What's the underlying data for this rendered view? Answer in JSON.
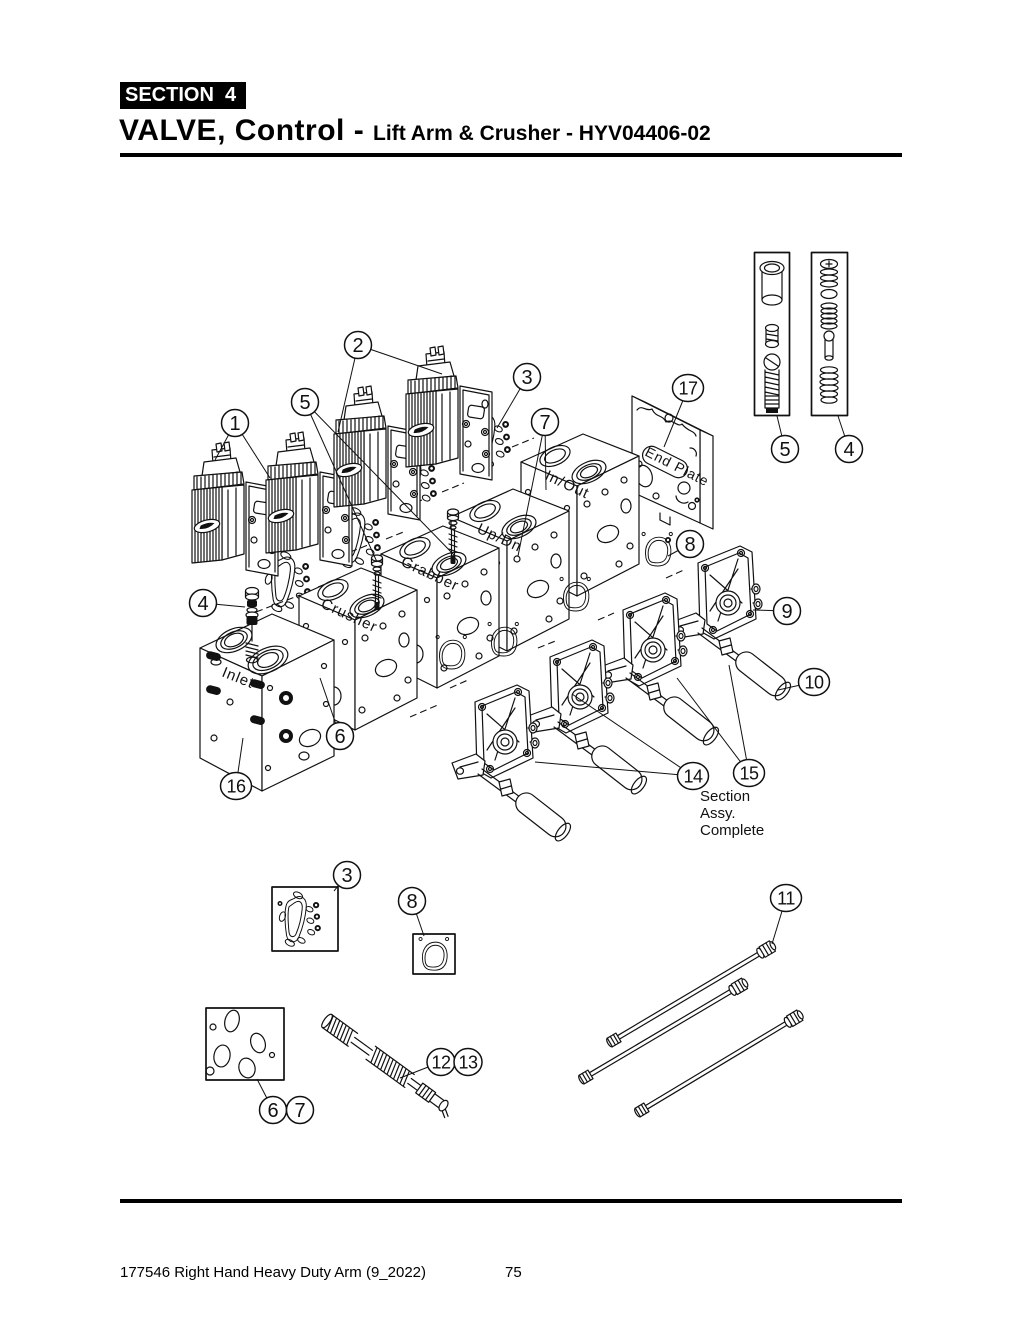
{
  "page": {
    "section_label": "SECTION  4",
    "title_main": "VALVE, Control - ",
    "title_sub": "Lift Arm & Crusher - HYV04406-02",
    "footer_left": "177546 Right Hand Heavy Duty Arm (9_2022)",
    "footer_page": "75"
  },
  "diagram": {
    "labels": {
      "end_plate": "End Plate",
      "in_out": "In/Out",
      "up_dn": "Up/Dn",
      "grabber": "Grabber",
      "crusher": "Crusher",
      "inlet": "Inlet"
    },
    "note_lines": [
      "Section",
      "Assy.",
      "Complete"
    ],
    "callouts": {
      "1": "1",
      "2": "2",
      "3": "3",
      "4": "4",
      "5": "5",
      "6": "6",
      "7": "7",
      "8": "8",
      "9": "9",
      "10": "10",
      "11": "11",
      "12": "12",
      "13": "13",
      "14": "14",
      "15": "15",
      "16": "16",
      "17": "17"
    }
  }
}
